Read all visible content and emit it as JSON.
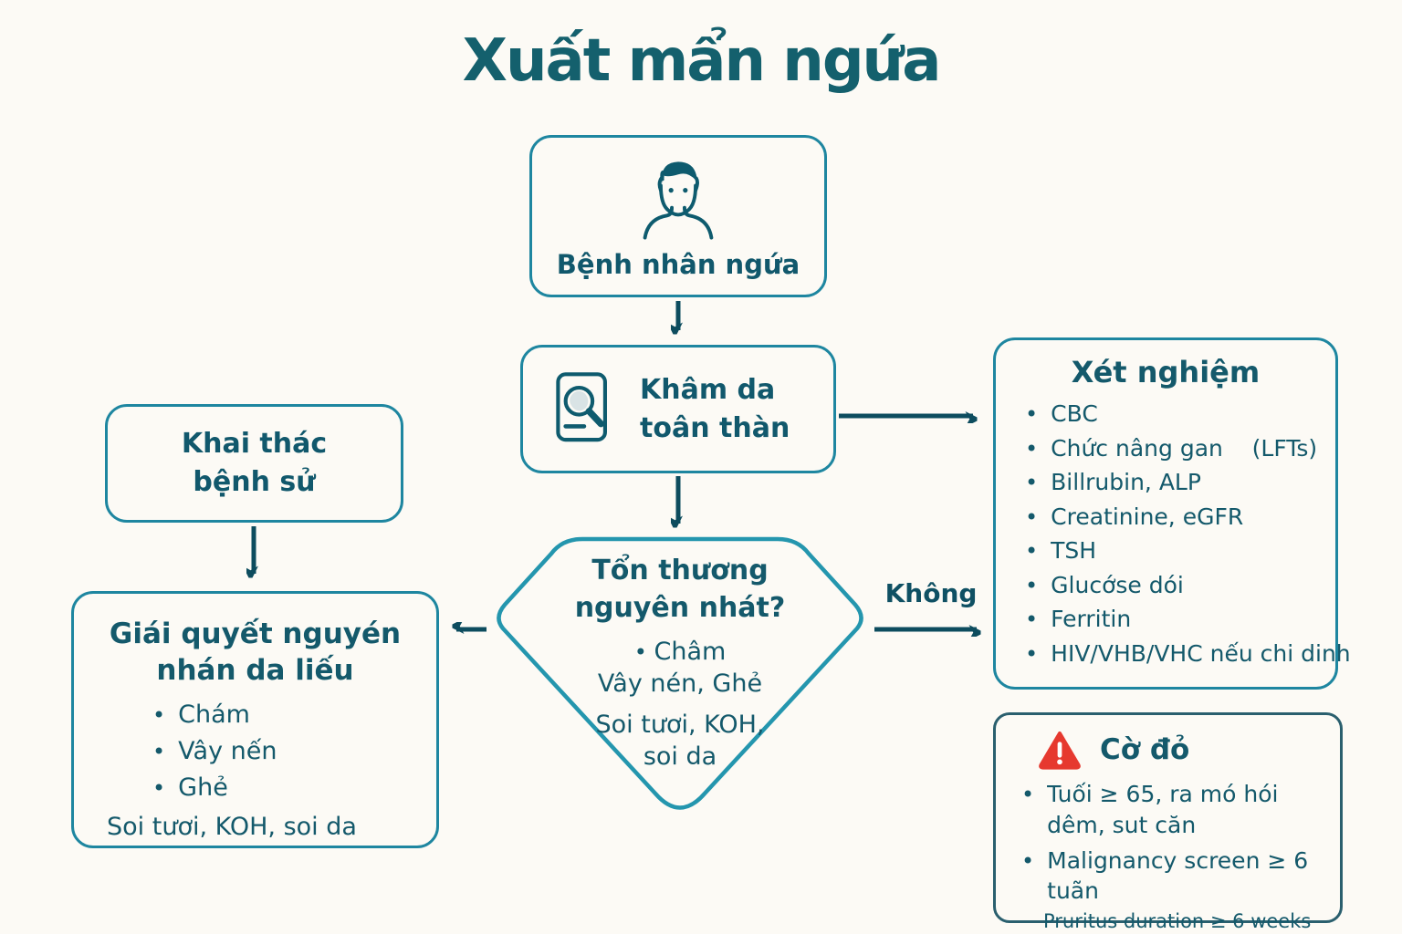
{
  "title": "Xuất mẩn ngứa",
  "colors": {
    "background": "#fcfaf5",
    "box_border": "#1e86a0",
    "diamond_border": "#2496ae",
    "redflag_border": "#2a5f6e",
    "text": "#14596b",
    "arrow": "#0d4c5e",
    "warning_red": "#e6392f",
    "lens_fill": "#d9e3e5"
  },
  "nodes": {
    "patient": {
      "label": "Bệnh nhân ngứa",
      "icon": "person-icon"
    },
    "exam": {
      "label_line1": "Khâm da",
      "label_line2": "toân thàn",
      "icon": "document-magnifier-icon"
    },
    "history": {
      "label_line1": "Khai thác",
      "label_line2": "bệnh sử"
    },
    "treat": {
      "heading_line1": "Giái quyết nguyén",
      "heading_line2": "nhán da liếu",
      "bullets": [
        "Chám",
        "Vây nến",
        "Ghẻ"
      ],
      "footer": "Soi tươi, KOH, soi da"
    },
    "decision": {
      "heading_line1": "Tổn thương",
      "heading_line2": "nguyên nhát?",
      "bullet": "Châm",
      "line2": "Vây nén, Ghẻ",
      "line3": "Soi tươi, KOH,",
      "line4": "soi da"
    },
    "labs": {
      "title": "Xét nghiệm",
      "items": [
        "CBC",
        "Chức nâng gan    (LFTs)",
        "Billrubin, ALP",
        "Creatinine, eGFR",
        "TSH",
        "Glucớse dói",
        "Ferritin",
        "HIV/VHB/VHC nếu chi dinh"
      ]
    },
    "redflags": {
      "title": "Cờ đỏ",
      "icon": "warning-triangle-icon",
      "items": [
        "Tuối ≥ 65, ra mó hói dêm, sut căn",
        "Malignancy screen ≥ 6 tuãn"
      ],
      "footnote": "Pruritus duration ≥ 6 weeks"
    }
  },
  "edges": {
    "no_label": "Không"
  }
}
